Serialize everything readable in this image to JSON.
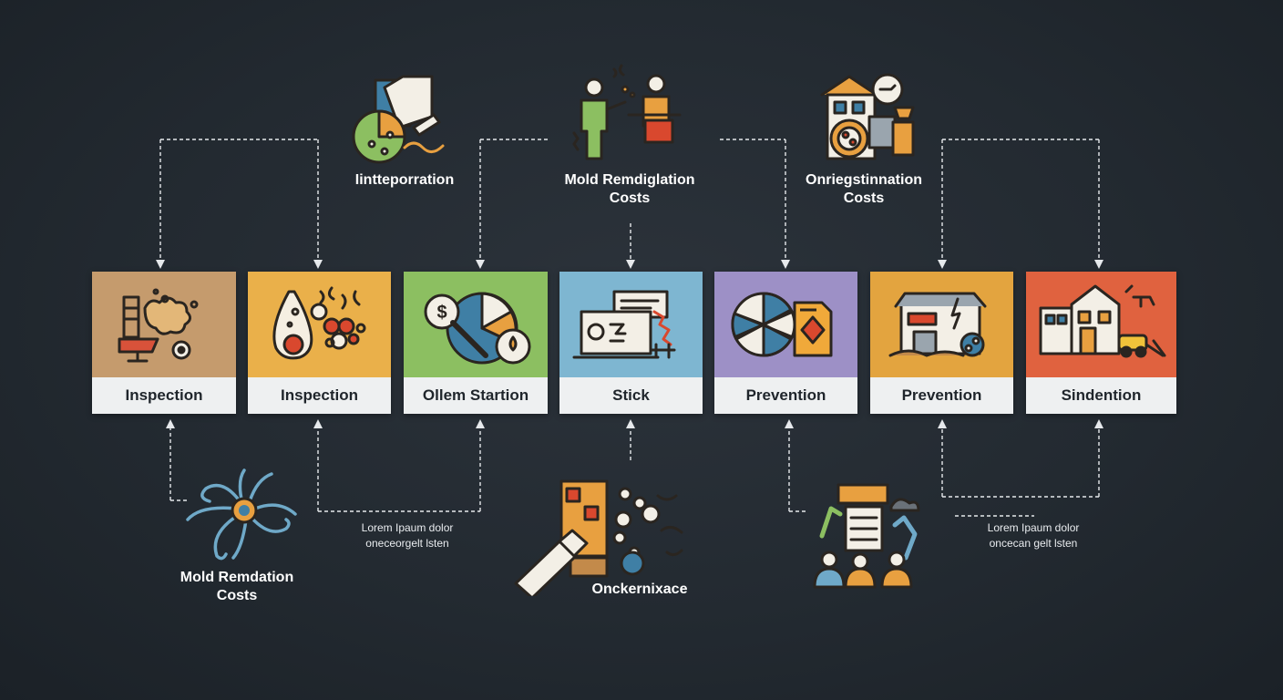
{
  "colors": {
    "background": "#232a31",
    "connector": "#e6e9ec",
    "label_bg": "#eef0f1",
    "card_1": "#c59b6d",
    "card_2": "#eab04a",
    "card_3": "#8cbf61",
    "card_4": "#7eb6d1",
    "card_5": "#9d90c6",
    "card_6": "#e3a43f",
    "card_7": "#e0623f"
  },
  "cards": [
    {
      "label": "Inspection",
      "icon": "mold-debris-icon"
    },
    {
      "label": "Inspection",
      "icon": "spore-flask-icon"
    },
    {
      "label": "Ollem Startion",
      "icon": "cost-magnifier-icon"
    },
    {
      "label": "Stick",
      "icon": "laptop-report-icon"
    },
    {
      "label": "Prevention",
      "icon": "pie-document-icon"
    },
    {
      "label": "Prevention",
      "icon": "damaged-house-icon"
    },
    {
      "label": "Sindention",
      "icon": "house-cleanup-icon"
    }
  ],
  "top_nodes": [
    {
      "caption": [
        "Iintteporration"
      ],
      "icon": "map-analysis-icon"
    },
    {
      "caption": [
        "Mold Remdiglation",
        "Costs"
      ],
      "icon": "consultation-people-icon"
    },
    {
      "caption": [
        "Onriegstinnation",
        "Costs"
      ],
      "icon": "house-inspection-icon"
    }
  ],
  "bottom_nodes": [
    {
      "caption": [
        "Mold Remdation",
        "Costs"
      ],
      "icon": "mold-spore-icon"
    },
    {
      "caption": [
        "Onckernixace"
      ],
      "icon": "spray-board-icon"
    },
    {
      "caption": [],
      "icon": "team-board-icon"
    }
  ],
  "notes": [
    [
      "Lorem Ipaum dolor",
      "oneceorgelt lsten"
    ],
    [
      "Lorem Ipaum dolor",
      "oncecan gelt lsten"
    ]
  ]
}
